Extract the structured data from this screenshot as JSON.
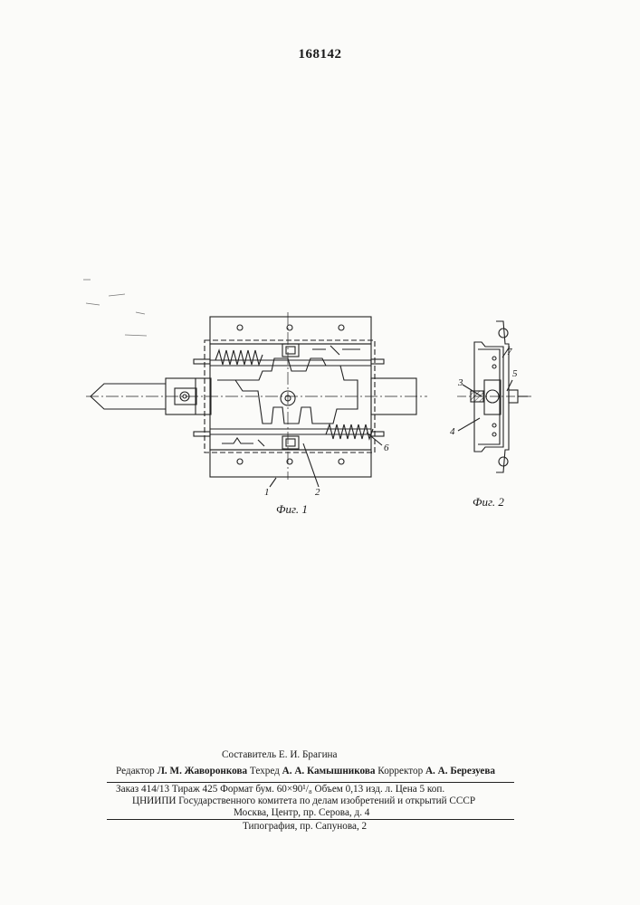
{
  "patent_number": "168142",
  "figures": {
    "fig1": {
      "caption": "Фиг. 1",
      "callouts": [
        "1",
        "2",
        "6"
      ]
    },
    "fig2": {
      "caption": "Фиг. 2",
      "callouts": [
        "7",
        "5",
        "3",
        "4"
      ]
    }
  },
  "colophon": {
    "compiler": "Составитель Е. И. Брагина",
    "editor_label": "Редактор",
    "editor_name": "Л. М. Жаворонкова",
    "techred_label": "Техред",
    "techred_name": "А. А. Камышникова",
    "corrector_label": "Корректор",
    "corrector_name": "А. А. Березуева",
    "order_line": "Заказ 414/13  Тираж 425  Формат бум. 60×90¹/₈  Объем 0,13 изд. л.  Цена 5 коп.",
    "institute_line": "ЦНИИПИ Государственного комитета по делам изобретений и открытий СССР",
    "address_line": "Москва, Центр, пр. Серова, д. 4",
    "printer_line": "Типография, пр. Сапунова, 2"
  }
}
